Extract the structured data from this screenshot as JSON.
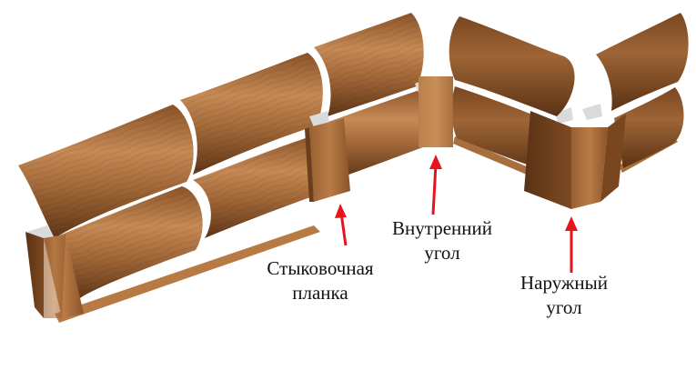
{
  "diagram": {
    "subject": "Log siding (block-house) wall assembly with connecting accessories",
    "colors": {
      "wood_light": "#c98a55",
      "wood_mid": "#a8693a",
      "wood_dark": "#6b3f1e",
      "wood_shadow": "#4a2a12",
      "metal_profile": "#d9dadc",
      "arrow": "#e8141c",
      "background": "#ffffff"
    },
    "labels": [
      {
        "id": "joint-strip",
        "line1": "Стыковочная",
        "line2": "планка",
        "points_to": "vertical joint strip between panels"
      },
      {
        "id": "inner-corner",
        "line1": "Внутренний",
        "line2": "угол",
        "points_to": "inner corner trim"
      },
      {
        "id": "outer-corner",
        "line1": "Наружный",
        "line2": "угол",
        "points_to": "outer corner trim"
      }
    ]
  }
}
